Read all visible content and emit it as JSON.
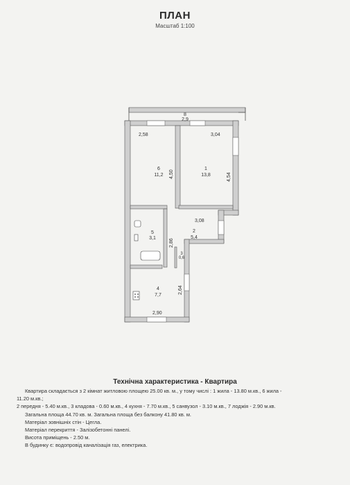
{
  "header": {
    "title": "ПЛАН",
    "scale": "Масштаб 1:100"
  },
  "plan": {
    "rooms": {
      "r8": {
        "num": "8",
        "area": "2,9"
      },
      "r6": {
        "num": "6",
        "area": "11,2"
      },
      "r1": {
        "num": "1",
        "area": "13,8"
      },
      "r5": {
        "num": "5",
        "area": "3,1"
      },
      "r2": {
        "num": "2",
        "area": "5,4"
      },
      "r3": {
        "num": "3",
        "area": "0,6"
      },
      "r4": {
        "num": "4",
        "area": "7,7"
      }
    },
    "dims": {
      "w258": "2,58",
      "w304": "3,04",
      "h450": "4,50",
      "h454": "4,54",
      "w308": "3,08",
      "h286": "2,86",
      "h264": "2,64",
      "w290": "2,90"
    }
  },
  "specs": {
    "heading": "Технічна характеристика - Квартира",
    "lines": [
      "Квартира складається з 2 кімнат житловою площею 25.00 кв. м., у тому числі : 1 жила - 13.80 м.кв., 6 жила -",
      "11.20 м.кв.;",
      "2 передня - 5.40 м.кв., 3 кладова - 0.60 м.кв., 4 кухня - 7.70 м.кв., 5 санвузол - 3.10 м.кв., 7 лоджія - 2.90 м.кв.",
      "Загальна площа 44.70 кв. м.  Загальна площа без балкону 41.80 кв. м.",
      "Матеріал зовнішніх стін - Цегла.",
      "Матеріал перекриття - Залізобетонні панелі.",
      "Висота приміщень - 2.50 м.",
      "В будинку є: водопровід каналізація газ, електрика."
    ]
  }
}
